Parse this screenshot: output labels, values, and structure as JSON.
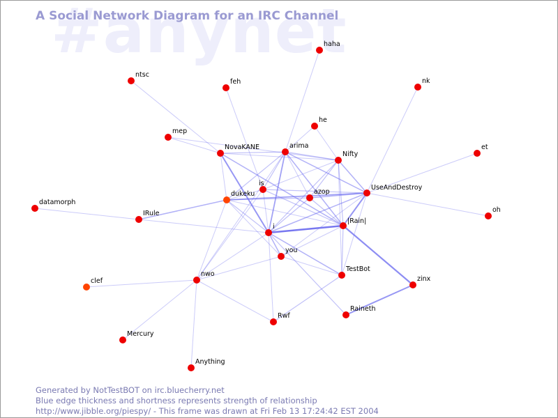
{
  "watermark": "#anynet",
  "title": "A Social Network Diagram for an IRC Channel",
  "colors": {
    "edge": "#6b6bef",
    "node": "#ee0000",
    "node_alt": "#ff4400",
    "title": "#9a9ad2",
    "footer": "#7a7ab2",
    "watermark": "#eeeefb"
  },
  "footer": {
    "line1": "Generated by NotTestBOT on irc.bluecherry.net",
    "line2": "Blue edge thickness and shortness represents strength of relationship",
    "line3": "http://www.jibble.org/piespy/ - This frame was drawn at Fri Feb 13 17:24:42 EST 2004"
  },
  "nodes": [
    {
      "id": "haha",
      "label": "haha"
    },
    {
      "id": "ntsc",
      "label": "ntsc"
    },
    {
      "id": "feh",
      "label": "feh"
    },
    {
      "id": "nk",
      "label": "nk"
    },
    {
      "id": "he",
      "label": "he"
    },
    {
      "id": "mep",
      "label": "mep"
    },
    {
      "id": "NovaKANE",
      "label": "NovaKANE"
    },
    {
      "id": "arima",
      "label": "arima"
    },
    {
      "id": "Nifty",
      "label": "Nifty"
    },
    {
      "id": "et",
      "label": "et"
    },
    {
      "id": "is",
      "label": "is"
    },
    {
      "id": "dukeku",
      "label": "dukeku",
      "alt": true
    },
    {
      "id": "azop",
      "label": "azop"
    },
    {
      "id": "UseAndDestroy",
      "label": "UseAndDestroy"
    },
    {
      "id": "datamorph",
      "label": "datamorph"
    },
    {
      "id": "oh",
      "label": "oh"
    },
    {
      "id": "IRule",
      "label": "IRule"
    },
    {
      "id": "Rain",
      "label": "|Rain|"
    },
    {
      "id": "i",
      "label": "i"
    },
    {
      "id": "you",
      "label": "you"
    },
    {
      "id": "nwo",
      "label": "nwo"
    },
    {
      "id": "TestBot",
      "label": "TestBot"
    },
    {
      "id": "zinx",
      "label": "zinx"
    },
    {
      "id": "clef",
      "label": "clef",
      "alt": true
    },
    {
      "id": "Raineth",
      "label": "Raineth"
    },
    {
      "id": "Rwf",
      "label": "Rwf"
    },
    {
      "id": "Mercury",
      "label": "Mercury"
    },
    {
      "id": "Anything",
      "label": "Anything"
    }
  ],
  "edges": [
    {
      "a": "haha",
      "b": "arima",
      "w": 1
    },
    {
      "a": "ntsc",
      "b": "NovaKANE",
      "w": 1
    },
    {
      "a": "feh",
      "b": "is",
      "w": 1
    },
    {
      "a": "nk",
      "b": "UseAndDestroy",
      "w": 1
    },
    {
      "a": "he",
      "b": "arima",
      "w": 1
    },
    {
      "a": "he",
      "b": "Nifty",
      "w": 1
    },
    {
      "a": "mep",
      "b": "NovaKANE",
      "w": 1
    },
    {
      "a": "mep",
      "b": "Nifty",
      "w": 1
    },
    {
      "a": "NovaKANE",
      "b": "arima",
      "w": 1.2
    },
    {
      "a": "NovaKANE",
      "b": "Nifty",
      "w": 1
    },
    {
      "a": "NovaKANE",
      "b": "i",
      "w": 2
    },
    {
      "a": "NovaKANE",
      "b": "Rain",
      "w": 1.5
    },
    {
      "a": "NovaKANE",
      "b": "dukeku",
      "w": 1
    },
    {
      "a": "arima",
      "b": "Nifty",
      "w": 1.2
    },
    {
      "a": "arima",
      "b": "i",
      "w": 1.8
    },
    {
      "a": "arima",
      "b": "is",
      "w": 1.2
    },
    {
      "a": "arima",
      "b": "dukeku",
      "w": 1.2
    },
    {
      "a": "arima",
      "b": "Rain",
      "w": 1.5
    },
    {
      "a": "arima",
      "b": "UseAndDestroy",
      "w": 1.5
    },
    {
      "a": "arima",
      "b": "nwo",
      "w": 1
    },
    {
      "a": "arima",
      "b": "azop",
      "w": 1
    },
    {
      "a": "Nifty",
      "b": "UseAndDestroy",
      "w": 1.5
    },
    {
      "a": "Nifty",
      "b": "azop",
      "w": 1.2
    },
    {
      "a": "Nifty",
      "b": "is",
      "w": 1
    },
    {
      "a": "Nifty",
      "b": "i",
      "w": 1.2
    },
    {
      "a": "Nifty",
      "b": "Rain",
      "w": 1.2
    },
    {
      "a": "Nifty",
      "b": "TestBot",
      "w": 1
    },
    {
      "a": "et",
      "b": "UseAndDestroy",
      "w": 1
    },
    {
      "a": "oh",
      "b": "UseAndDestroy",
      "w": 1
    },
    {
      "a": "dukeku",
      "b": "UseAndDestroy",
      "w": 1.8
    },
    {
      "a": "dukeku",
      "b": "azop",
      "w": 1.2
    },
    {
      "a": "dukeku",
      "b": "IRule",
      "w": 1.5
    },
    {
      "a": "dukeku",
      "b": "i",
      "w": 1.2
    },
    {
      "a": "dukeku",
      "b": "nwo",
      "w": 1
    },
    {
      "a": "dukeku",
      "b": "Rain",
      "w": 1
    },
    {
      "a": "dukeku",
      "b": "you",
      "w": 1
    },
    {
      "a": "is",
      "b": "UseAndDestroy",
      "w": 1.2
    },
    {
      "a": "is",
      "b": "Rain",
      "w": 1.2
    },
    {
      "a": "is",
      "b": "i",
      "w": 1
    },
    {
      "a": "is",
      "b": "nwo",
      "w": 1
    },
    {
      "a": "is",
      "b": "dukeku",
      "w": 1
    },
    {
      "a": "azop",
      "b": "UseAndDestroy",
      "w": 1.5
    },
    {
      "a": "azop",
      "b": "i",
      "w": 1.2
    },
    {
      "a": "azop",
      "b": "Rain",
      "w": 1.2
    },
    {
      "a": "UseAndDestroy",
      "b": "Rain",
      "w": 2
    },
    {
      "a": "UseAndDestroy",
      "b": "i",
      "w": 1.5
    },
    {
      "a": "UseAndDestroy",
      "b": "TestBot",
      "w": 1
    },
    {
      "a": "UseAndDestroy",
      "b": "you",
      "w": 1
    },
    {
      "a": "datamorph",
      "b": "IRule",
      "w": 1
    },
    {
      "a": "IRule",
      "b": "i",
      "w": 1
    },
    {
      "a": "i",
      "b": "Rain",
      "w": 2.6
    },
    {
      "a": "i",
      "b": "you",
      "w": 1.5
    },
    {
      "a": "i",
      "b": "TestBot",
      "w": 1.5
    },
    {
      "a": "i",
      "b": "Raineth",
      "w": 1.2
    },
    {
      "a": "i",
      "b": "Rwf",
      "w": 1
    },
    {
      "a": "i",
      "b": "nwo",
      "w": 1
    },
    {
      "a": "Rain",
      "b": "zinx",
      "w": 2.2
    },
    {
      "a": "Rain",
      "b": "TestBot",
      "w": 1.2
    },
    {
      "a": "Rain",
      "b": "you",
      "w": 1
    },
    {
      "a": "you",
      "b": "nwo",
      "w": 1
    },
    {
      "a": "you",
      "b": "TestBot",
      "w": 1
    },
    {
      "a": "nwo",
      "b": "clef",
      "w": 1
    },
    {
      "a": "nwo",
      "b": "Rwf",
      "w": 1
    },
    {
      "a": "nwo",
      "b": "Mercury",
      "w": 1
    },
    {
      "a": "nwo",
      "b": "Anything",
      "w": 1
    },
    {
      "a": "TestBot",
      "b": "Rwf",
      "w": 1.2
    },
    {
      "a": "Raineth",
      "b": "zinx",
      "w": 2
    }
  ]
}
